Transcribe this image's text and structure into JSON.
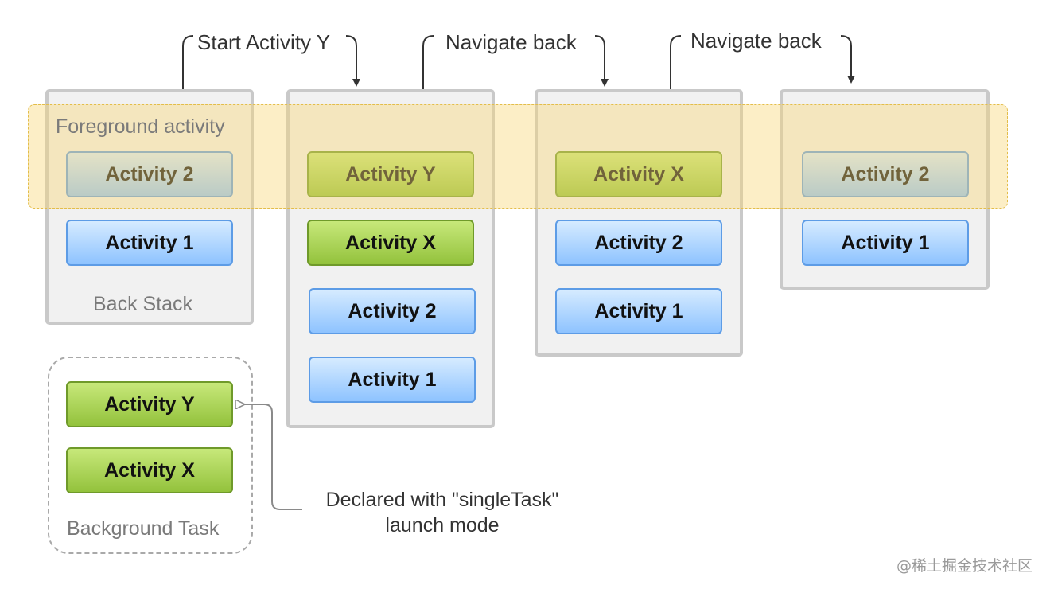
{
  "transitions": [
    {
      "label": "Start Activity Y"
    },
    {
      "label": "Navigate back"
    },
    {
      "label": "Navigate back"
    }
  ],
  "foreground_label": "Foreground activity",
  "stacks": [
    {
      "caption": "Back Stack",
      "activities": [
        {
          "label": "Activity 2",
          "color": "blue"
        },
        {
          "label": "Activity 1",
          "color": "blue"
        }
      ]
    },
    {
      "activities": [
        {
          "label": "Activity Y",
          "color": "green"
        },
        {
          "label": "Activity X",
          "color": "green"
        },
        {
          "label": "Activity 2",
          "color": "blue"
        },
        {
          "label": "Activity 1",
          "color": "blue"
        }
      ]
    },
    {
      "activities": [
        {
          "label": "Activity X",
          "color": "green"
        },
        {
          "label": "Activity 2",
          "color": "blue"
        },
        {
          "label": "Activity 1",
          "color": "blue"
        }
      ]
    },
    {
      "activities": [
        {
          "label": "Activity 2",
          "color": "blue"
        },
        {
          "label": "Activity 1",
          "color": "blue"
        }
      ]
    }
  ],
  "background_task": {
    "caption": "Background Task",
    "activities": [
      {
        "label": "Activity Y",
        "color": "green"
      },
      {
        "label": "Activity X",
        "color": "green"
      }
    ]
  },
  "note": {
    "line1": "Declared with \"singleTask\"",
    "line2": "launch mode"
  },
  "watermark": "@稀土掘金技术社区",
  "colors": {
    "blue_fill": "#8ec3ff",
    "green_fill": "#93c23c",
    "foreground_band": "#f7d676",
    "stack_border": "#c9c9c9"
  }
}
